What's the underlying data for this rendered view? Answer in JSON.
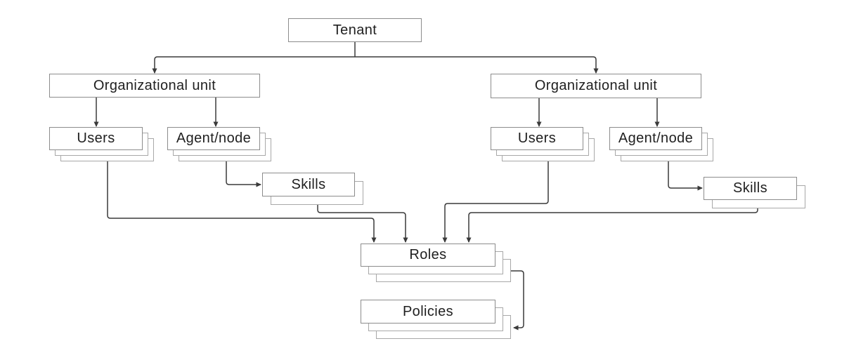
{
  "diagram": {
    "colors": {
      "background": "#ffffff",
      "box-border": "#8c8c8c",
      "shadow-border": "#a8a8a8",
      "line": "#3a3a3a",
      "text": "#1f1f1f"
    },
    "nodes": {
      "tenant": {
        "label": "Tenant",
        "copies": 1
      },
      "org_unit_left": {
        "label": "Organizational unit",
        "copies": 1
      },
      "org_unit_right": {
        "label": "Organizational unit",
        "copies": 1
      },
      "users_left": {
        "label": "Users",
        "copies": 3
      },
      "agent_node_left": {
        "label": "Agent/node",
        "copies": 3
      },
      "users_right": {
        "label": "Users",
        "copies": 3
      },
      "agent_node_right": {
        "label": "Agent/node",
        "copies": 3
      },
      "skills_left": {
        "label": "Skills",
        "copies": 2
      },
      "skills_right": {
        "label": "Skills",
        "copies": 2
      },
      "roles": {
        "label": "Roles",
        "copies": 3
      },
      "policies": {
        "label": "Policies",
        "copies": 3
      }
    },
    "edges": [
      {
        "from": "Tenant",
        "to": "Organizational unit (left)"
      },
      {
        "from": "Tenant",
        "to": "Organizational unit (right)"
      },
      {
        "from": "Organizational unit (left)",
        "to": "Users (left)"
      },
      {
        "from": "Organizational unit (left)",
        "to": "Agent/node (left)"
      },
      {
        "from": "Organizational unit (right)",
        "to": "Users (right)"
      },
      {
        "from": "Organizational unit (right)",
        "to": "Agent/node (right)"
      },
      {
        "from": "Agent/node (left)",
        "to": "Skills (left)"
      },
      {
        "from": "Agent/node (right)",
        "to": "Skills (right)"
      },
      {
        "from": "Users (left)",
        "to": "Roles"
      },
      {
        "from": "Skills (left)",
        "to": "Roles"
      },
      {
        "from": "Users (right)",
        "to": "Roles"
      },
      {
        "from": "Skills (right)",
        "to": "Roles"
      },
      {
        "from": "Roles",
        "to": "Policies"
      }
    ]
  }
}
